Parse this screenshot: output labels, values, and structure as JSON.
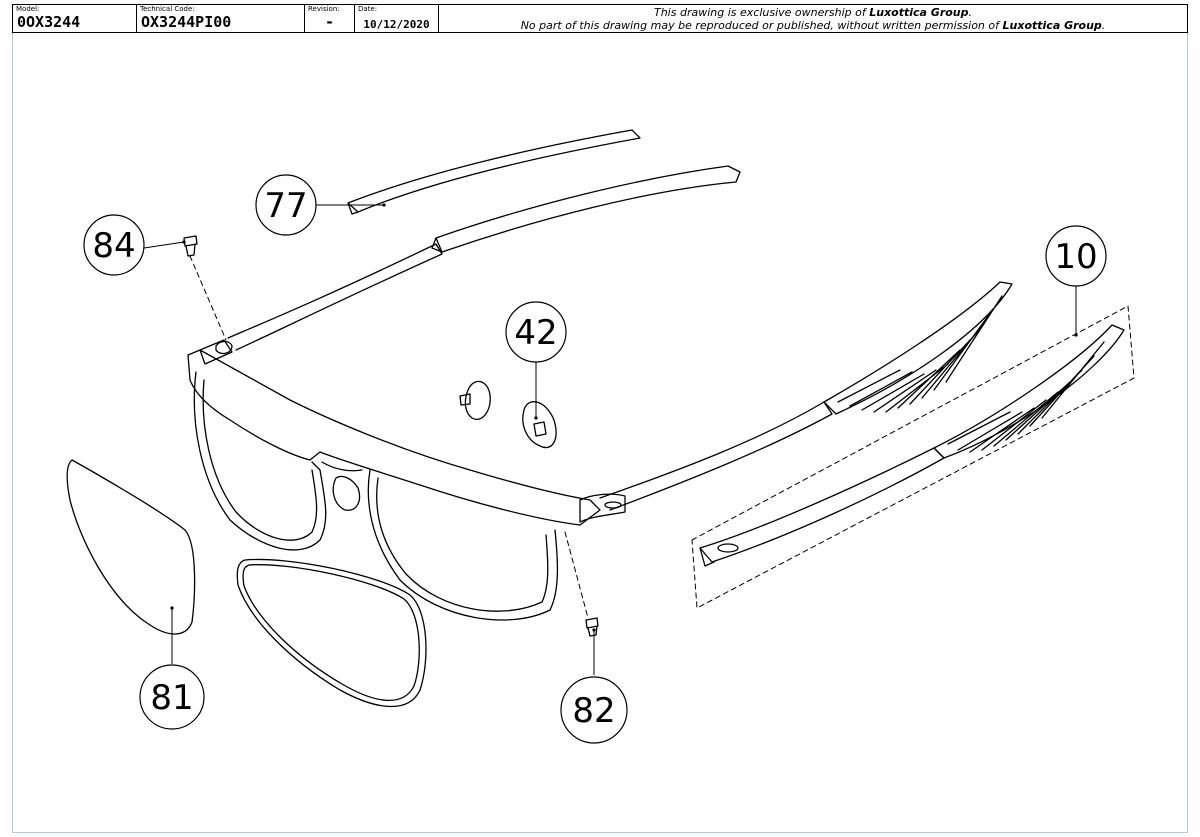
{
  "title_block": {
    "model_label": "Model:",
    "model_value": "0OX3244",
    "tech_label": "Technical Code:",
    "tech_value": "OX3244PI00",
    "revision_label": "Revision:",
    "revision_value": "-",
    "date_label": "Date:",
    "date_value": "10/12/2020",
    "ownership_prefix": "This drawing is exclusive ownership of ",
    "ownership_company": "Luxottica Group",
    "ownership_suffix": ".",
    "permission_prefix": "No part of this drawing may be reproduced or published, without written permission of ",
    "permission_company": "Luxottica Group",
    "permission_suffix": "."
  },
  "callouts": [
    {
      "id": "77",
      "label": "77"
    },
    {
      "id": "84",
      "label": "84"
    },
    {
      "id": "42",
      "label": "42"
    },
    {
      "id": "10",
      "label": "10"
    },
    {
      "id": "81",
      "label": "81"
    },
    {
      "id": "82",
      "label": "82"
    }
  ],
  "colors": {
    "line": "#000000",
    "sheet_border": "#9fd3d6"
  }
}
